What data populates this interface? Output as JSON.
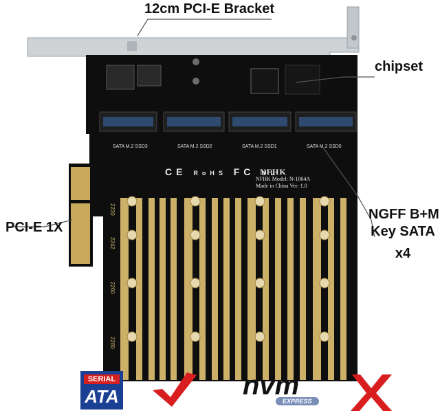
{
  "callouts": {
    "bracket": "12cm PCI-E Bracket",
    "chipset": "chipset",
    "slot_line1": "NGFF B+M",
    "slot_line2": "Key SATA",
    "slot_line3": "x4",
    "pcie": "PCI-E 1X"
  },
  "board": {
    "brand": "NFHK",
    "model": "NFHK Model: N-1064A",
    "made": "Made in China Ver: 1.0",
    "slots": [
      "SATA M.2 SSD3",
      "SATA M.2 SSD2",
      "SATA M.2 SSD1",
      "SATA M.2 SSD0"
    ],
    "length_marks": [
      "2230",
      "2242",
      "2260",
      "2280"
    ],
    "cert_marks": [
      "CE",
      "RoHS",
      "FC",
      "UL"
    ]
  },
  "compat": {
    "sata_logo_line1": "SERIAL",
    "sata_logo_line2": "ATA",
    "sata_status": "supported",
    "nvme_logo_line1": "nvm",
    "nvme_logo_line2": "EXPRESS",
    "nvme_status": "not supported"
  },
  "colors": {
    "pcb": "#0e0e0e",
    "gold": "#cdb068",
    "bracket": "#cfd3d6",
    "check": "#d81e1e",
    "cross": "#d81e1e",
    "sata_blue": "#1b3f93"
  }
}
